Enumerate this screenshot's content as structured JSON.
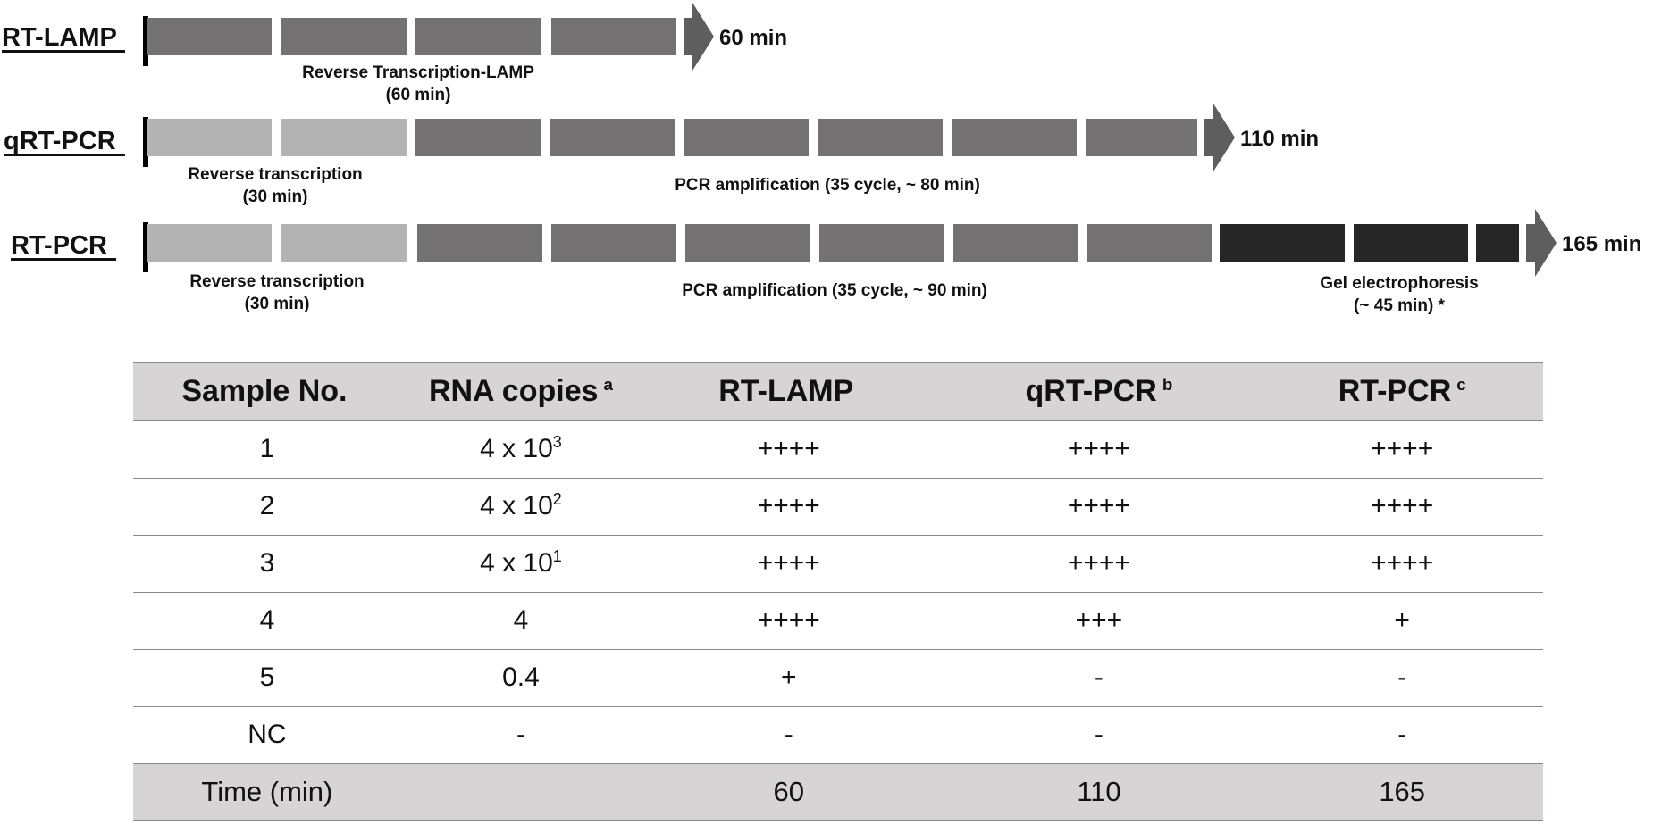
{
  "timeline": {
    "rows": [
      {
        "name": "RT-LAMP",
        "total_label": "60 min",
        "captions": [
          {
            "line1": "Reverse Transcription-LAMP",
            "line2": "(60 min)"
          }
        ],
        "segment_colors": [
          "#747272",
          "#747272",
          "#747272",
          "#747272"
        ]
      },
      {
        "name": "qRT-PCR",
        "total_label": "110 min",
        "captions": [
          {
            "line1": "Reverse transcription",
            "line2": "(30 min)"
          },
          {
            "line1": "PCR amplification (35 cycle,  ~ 80 min)",
            "line2": ""
          }
        ],
        "segment_colors": [
          "#b3b3b3",
          "#b3b3b3",
          "#747272",
          "#747272",
          "#747272",
          "#747272",
          "#747272",
          "#747272"
        ]
      },
      {
        "name": "RT-PCR",
        "total_label": "165 min",
        "captions": [
          {
            "line1": "Reverse transcription",
            "line2": "(30 min)"
          },
          {
            "line1": "PCR amplification (35 cycle, ~ 90 min)",
            "line2": ""
          },
          {
            "line1": "Gel electrophoresis",
            "line2": "(~ 45 min) *"
          }
        ],
        "segment_colors": [
          "#b3b3b3",
          "#b3b3b3",
          "#747272",
          "#747272",
          "#747272",
          "#747272",
          "#747272",
          "#747272",
          "#262626",
          "#262626",
          "#262626"
        ]
      }
    ],
    "colors": {
      "reverse_transcription": "#b3b3b3",
      "amplification": "#747272",
      "gel_electrophoresis": "#262626",
      "arrow": "#5e5e5e",
      "start_bar": "#000000"
    }
  },
  "table": {
    "headers": [
      {
        "text": "Sample No.",
        "sup": ""
      },
      {
        "text": "RNA copies",
        "sup": "a"
      },
      {
        "text": "RT-LAMP",
        "sup": ""
      },
      {
        "text": "qRT-PCR",
        "sup": "b"
      },
      {
        "text": "RT-PCR",
        "sup": "c"
      }
    ],
    "rows": [
      {
        "sample": "1",
        "rna_base": "4 x 10",
        "rna_exp": "3",
        "rt_lamp": "++++",
        "qrt_pcr": "++++",
        "rt_pcr": "++++"
      },
      {
        "sample": "2",
        "rna_base": "4 x 10",
        "rna_exp": "2",
        "rt_lamp": "++++",
        "qrt_pcr": "++++",
        "rt_pcr": "++++"
      },
      {
        "sample": "3",
        "rna_base": "4 x 10",
        "rna_exp": "1",
        "rt_lamp": "++++",
        "qrt_pcr": "++++",
        "rt_pcr": "++++"
      },
      {
        "sample": "4",
        "rna_base": "4",
        "rna_exp": "",
        "rt_lamp": "++++",
        "qrt_pcr": "+++",
        "rt_pcr": "+"
      },
      {
        "sample": "5",
        "rna_base": "0.4",
        "rna_exp": "",
        "rt_lamp": "+",
        "qrt_pcr": "-",
        "rt_pcr": "-"
      },
      {
        "sample": "NC",
        "rna_base": "-",
        "rna_exp": "",
        "rt_lamp": "-",
        "qrt_pcr": "-",
        "rt_pcr": "-"
      }
    ],
    "footer": {
      "label": "Time (min)",
      "rna": "",
      "rt_lamp": "60",
      "qrt_pcr": "110",
      "rt_pcr": "165"
    }
  }
}
